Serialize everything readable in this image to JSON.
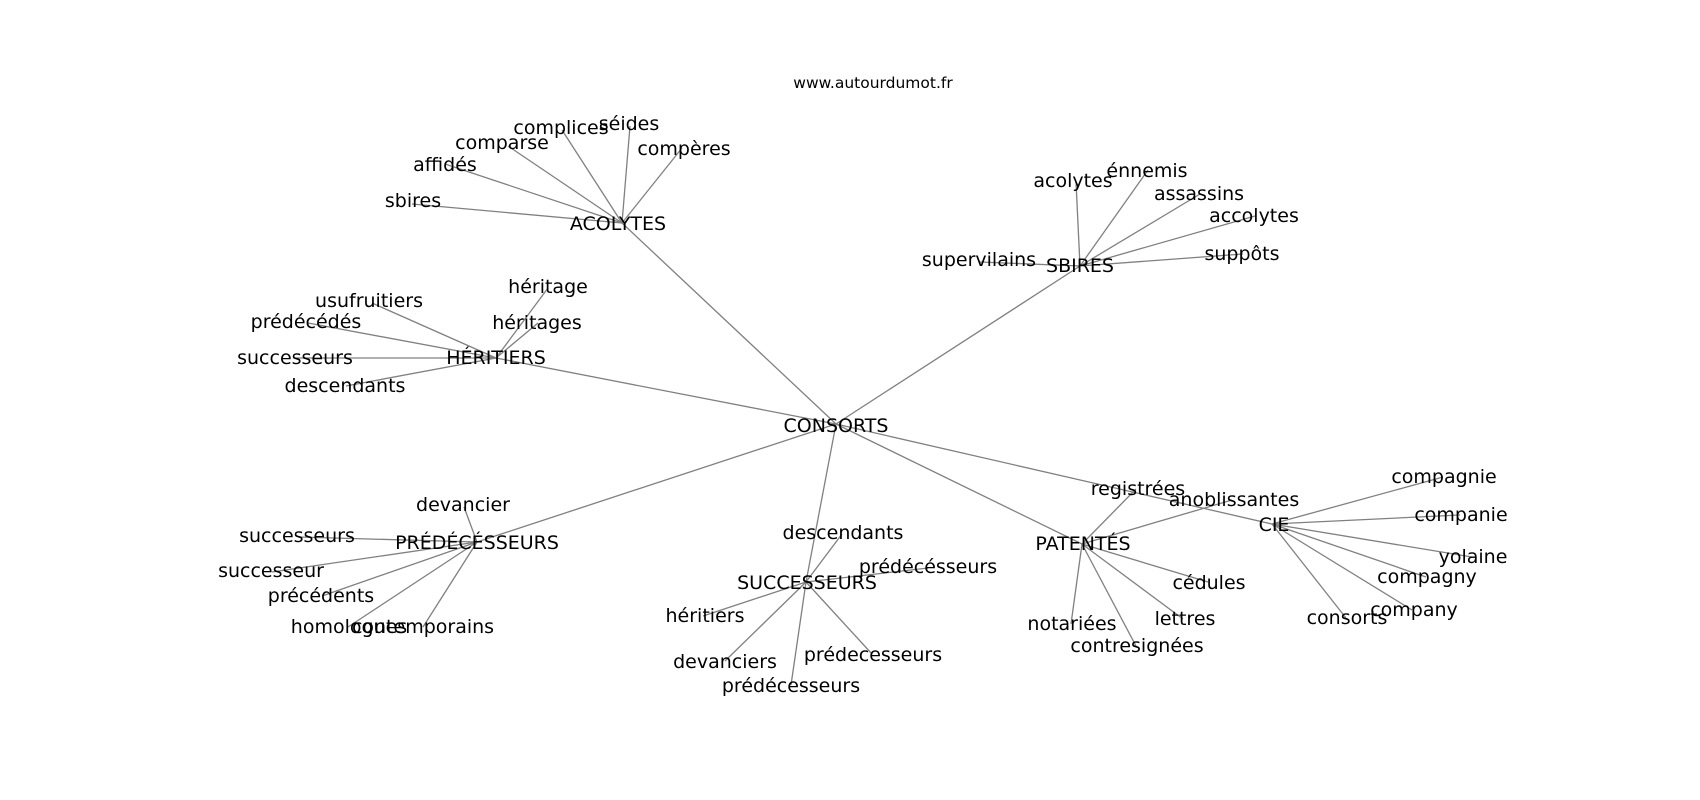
{
  "watermark": "www.autourdumot.fr",
  "root": "CONSORTS",
  "hubs": [
    {
      "id": "acolytes",
      "label": "ACOLYTES",
      "children": [
        "comparse",
        "complices",
        "séides",
        "compères",
        "affidés",
        "sbires"
      ]
    },
    {
      "id": "sbires",
      "label": "SBIRES",
      "children": [
        "acolytes",
        "énnemis",
        "assassins",
        "accolytes",
        "suppôts",
        "supervilains"
      ]
    },
    {
      "id": "heritiers",
      "label": "HÉRITIERS",
      "children": [
        "héritage",
        "usufruitiers",
        "prédécédés",
        "héritages",
        "successeurs",
        "descendants"
      ]
    },
    {
      "id": "predecesseurs",
      "label": "PRÉDÉCÉSSEURS",
      "children": [
        "devancier",
        "successeurs",
        "successeur",
        "précédents",
        "homologues",
        "contemporains"
      ]
    },
    {
      "id": "successeurs",
      "label": "SUCCESSEURS",
      "children": [
        "descendants",
        "prédécésseurs",
        "héritiers",
        "devanciers",
        "prédecesseurs",
        "prédécesseurs"
      ]
    },
    {
      "id": "patentes",
      "label": "PATENTÉS",
      "children": [
        "registrées",
        "anoblissantes",
        "cédules",
        "notariées",
        "lettres",
        "contresignées"
      ]
    },
    {
      "id": "cie",
      "label": "CIE",
      "children": [
        "compagnie",
        "companie",
        "yolaine",
        "compagny",
        "company",
        "consorts"
      ]
    }
  ]
}
